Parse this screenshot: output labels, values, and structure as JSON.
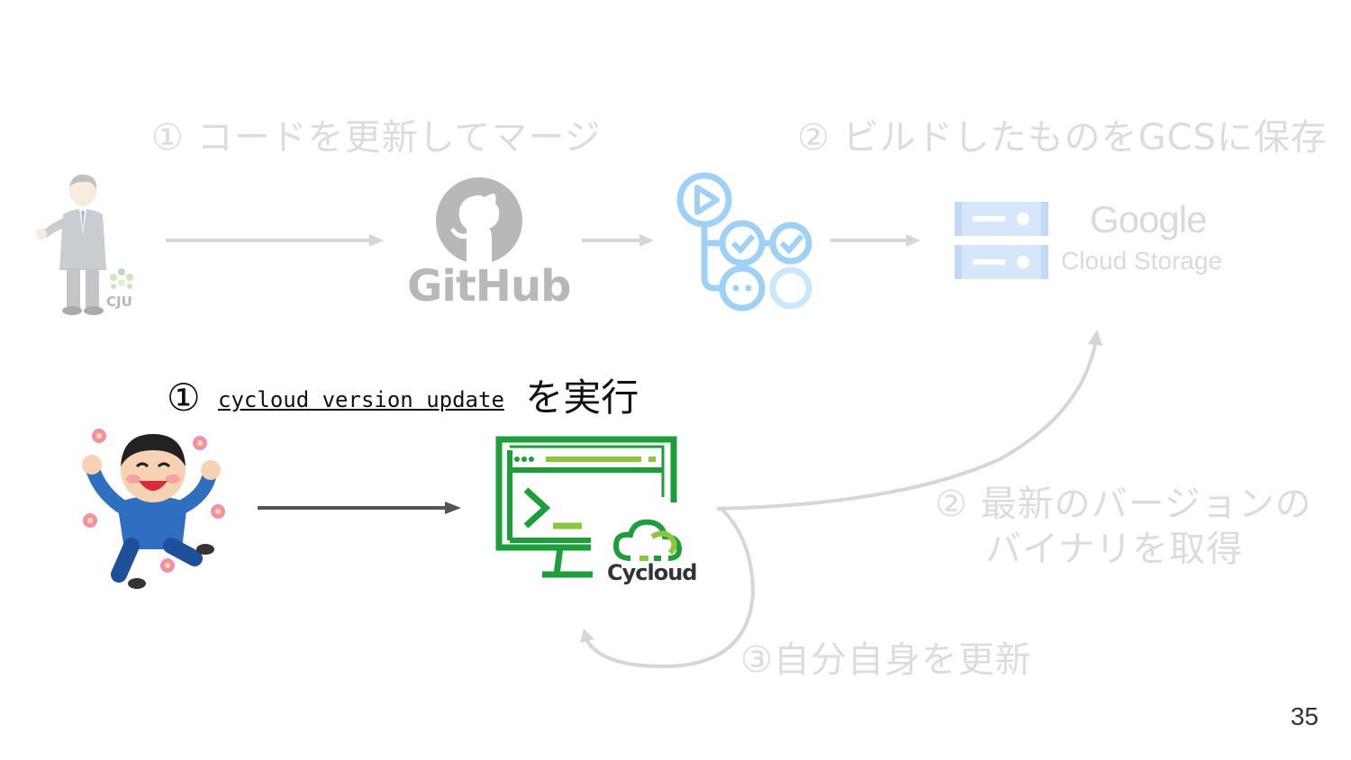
{
  "steps": {
    "top_step1": "① コードを更新してマージ",
    "top_step2": "② ビルドしたものをGCSに保存",
    "mid_step1_prefix": "①",
    "mid_step1_command": "cycloud version update",
    "mid_step1_suffix": "を実行",
    "mid_step2_line1": "② 最新のバージョンの",
    "mid_step2_line2": "バイナリを取得",
    "mid_step3": "③自分自身を更新"
  },
  "logos": {
    "github": "GitHub",
    "google": "Google",
    "cloud_storage": "Cloud Storage",
    "cycloud": "Cycloud",
    "cju": "CJU"
  },
  "page_number": "35",
  "colors": {
    "faded": "#dcdcdc",
    "arrow_top": "#d6d6d6",
    "arrow_active": "#555555",
    "cycloud_green": "#1e9e3a",
    "cycloud_lime": "#8cc63f",
    "actions_blue": "#9fd0f5",
    "gcs_blue": "#d6e6fb"
  },
  "icons": [
    "businessman-icon",
    "github-octocat-icon",
    "github-actions-icon",
    "gcs-server-icon",
    "happy-person-icon",
    "terminal-monitor-icon",
    "cloud-icon"
  ]
}
